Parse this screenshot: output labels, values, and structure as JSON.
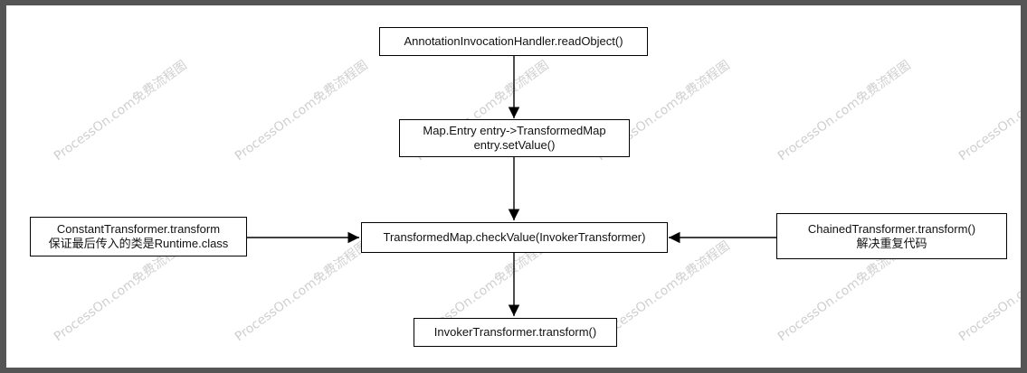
{
  "watermark": "ProcessOn.com免费流程图",
  "nodes": {
    "read_object": {
      "line1": "AnnotationInvocationHandler.readObject()"
    },
    "map_entry": {
      "line1": "Map.Entry  entry->TransformedMap",
      "line2": "entry.setValue()"
    },
    "check_value": {
      "line1": "TransformedMap.checkValue(InvokerTransformer)"
    },
    "constant": {
      "line1": "ConstantTransformer.transform",
      "line2": "保证最后传入的类是Runtime.class"
    },
    "chained": {
      "line1": "ChainedTransformer.transform()",
      "line2": "解决重复代码"
    },
    "invoker": {
      "line1": "InvokerTransformer.transform()"
    }
  },
  "colors": {
    "frame": "#555555",
    "background": "#ffffff",
    "line": "#000000",
    "watermark": "#bfbfbf"
  }
}
